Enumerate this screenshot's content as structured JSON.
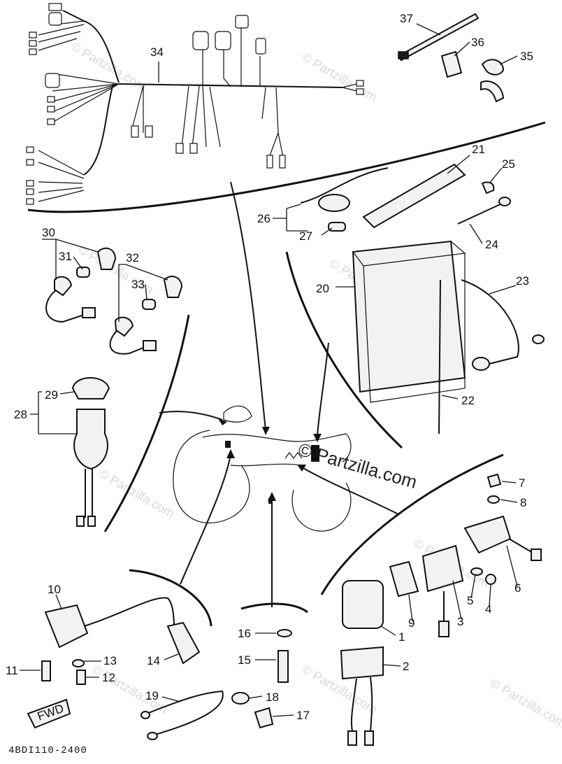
{
  "diagram": {
    "code": "4BDI110-2400",
    "fwd_label": "FWD",
    "watermark": "© Partzilla.com",
    "labels": {
      "p1": "1",
      "p2": "2",
      "p3": "3",
      "p4": "4",
      "p5": "5",
      "p6": "6",
      "p7": "7",
      "p8": "8",
      "p9": "9",
      "p10": "10",
      "p11": "11",
      "p12": "12",
      "p13": "13",
      "p14": "14",
      "p15": "15",
      "p16": "16",
      "p17": "17",
      "p18": "18",
      "p19": "19",
      "p20": "20",
      "p21": "21",
      "p22": "22",
      "p23": "23",
      "p24": "24",
      "p25": "25",
      "p26": "26",
      "p27": "27",
      "p28": "28",
      "p29": "29",
      "p30": "30",
      "p31": "31",
      "p32": "32",
      "p33": "33",
      "p34": "34",
      "p35": "35",
      "p36": "36",
      "p37": "37"
    }
  }
}
